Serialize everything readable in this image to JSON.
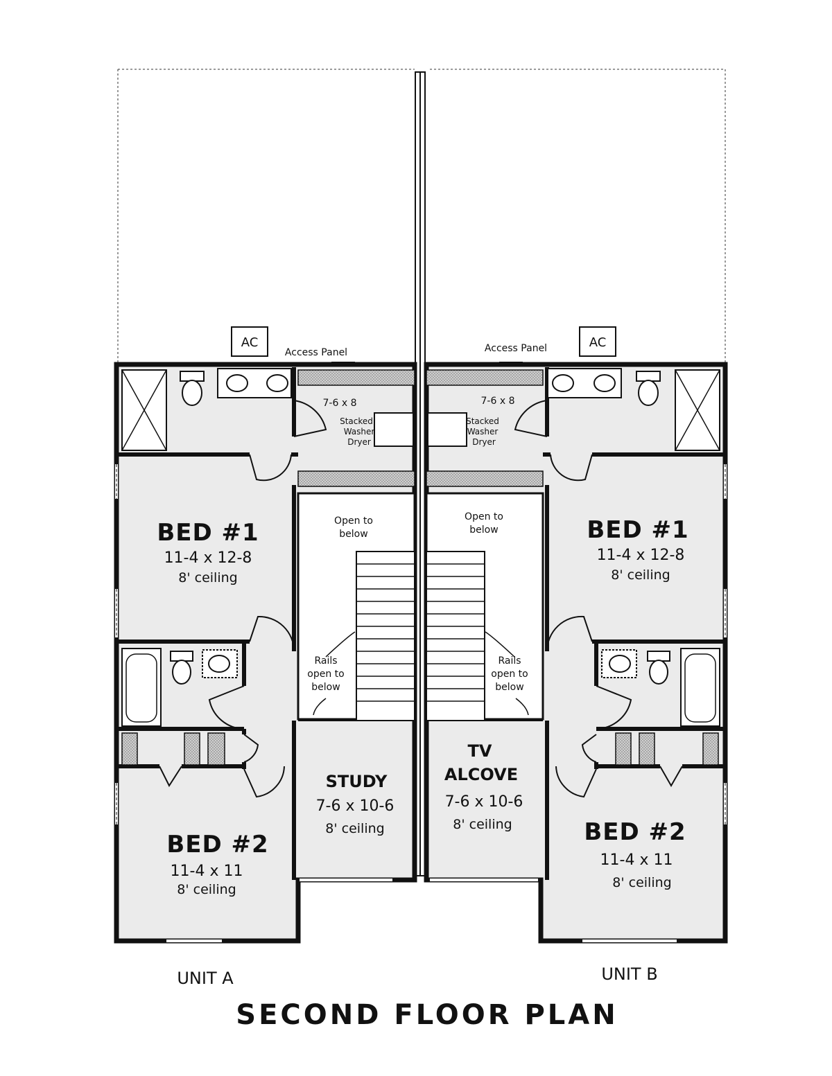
{
  "plan": {
    "title": "SECOND FLOOR PLAN",
    "unit_a": "UNIT A",
    "unit_b": "UNIT B"
  },
  "labels": {
    "ac": "AC",
    "access_panel": "Access Panel",
    "laundry_dim": "7-6 x 8",
    "stacked": "Stacked",
    "washer": "Washer",
    "dryer": "Dryer",
    "open_to": "Open to",
    "below": "below",
    "rails": "Rails",
    "open_to_lower": "open to",
    "bed1": "BED #1",
    "bed1_dim": "11-4 x 12-8",
    "bed2": "BED #2",
    "bed2_dim_a": "11-4 x 11",
    "bed2_dim_b": "11-4 x 11",
    "ceiling": "8' ceiling",
    "study": "STUDY",
    "study_dim": "7-6 x 10-6",
    "tv": "TV",
    "alcove": "ALCOVE",
    "alcove_dim": "7-6 x 10-6"
  },
  "colors": {
    "floor_fill": "#ebebeb",
    "wall": "#111111",
    "hatch": "#9a9a9a"
  }
}
